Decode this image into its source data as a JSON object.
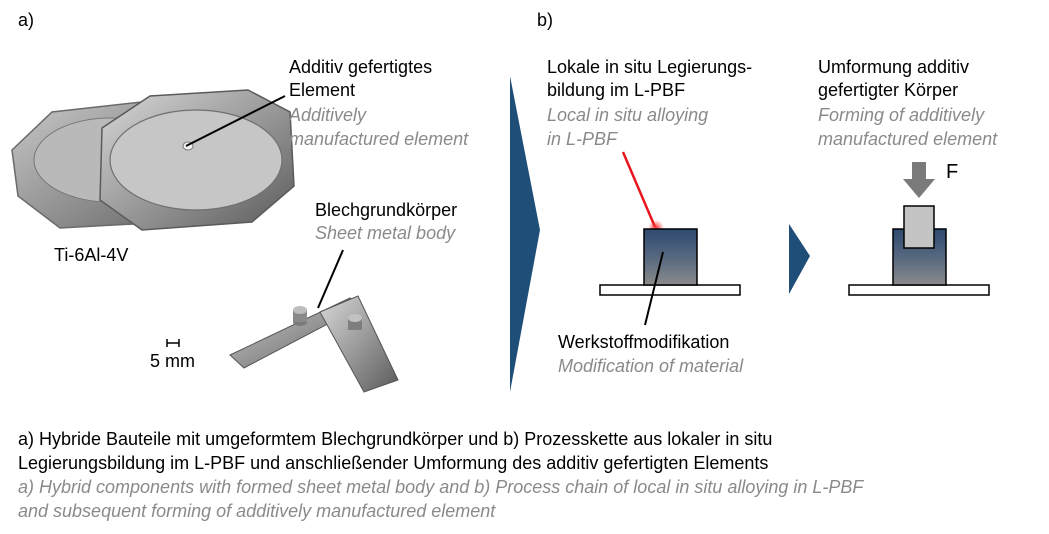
{
  "panel_a": {
    "label": "a)",
    "element_de_1": "Additiv gefertigtes",
    "element_de_2": "Element",
    "element_en_1": "Additively",
    "element_en_2": "manufactured element",
    "body_de": "Blechgrundkörper",
    "body_en": "Sheet metal body",
    "alloy": "Ti-6Al-4V",
    "scale": "5 mm"
  },
  "panel_b": {
    "label": "b)",
    "step1_de_1": "Lokale in situ Legierungs-",
    "step1_de_2": "bildung im L-PBF",
    "step1_en_1": "Local in situ alloying",
    "step1_en_2": "in L-PBF",
    "step2_de_1": "Umformung  additiv",
    "step2_de_2": "gefertigter Körper",
    "step2_en_1": "Forming of additively",
    "step2_en_2": "manufactured element",
    "force": "F",
    "mod_de": "Werkstoffmodifikation",
    "mod_en": "Modification of material"
  },
  "caption": {
    "de_1": "a) Hybride Bauteile mit umgeformtem Blechgrundkörper und b) Prozesskette aus lokaler in situ",
    "de_2": "Legierungsbildung im L-PBF und anschließender Umformung  des additiv gefertigten Elements",
    "en_1": "a) Hybrid components with formed sheet metal body and b) Process chain of local in situ alloying in L-PBF",
    "en_2": "and subsequent forming of additively manufactured element"
  },
  "colors": {
    "arrow_blue": "#1f4e79",
    "laser_red": "#e8141e",
    "gray_text": "#8a8a8a"
  }
}
